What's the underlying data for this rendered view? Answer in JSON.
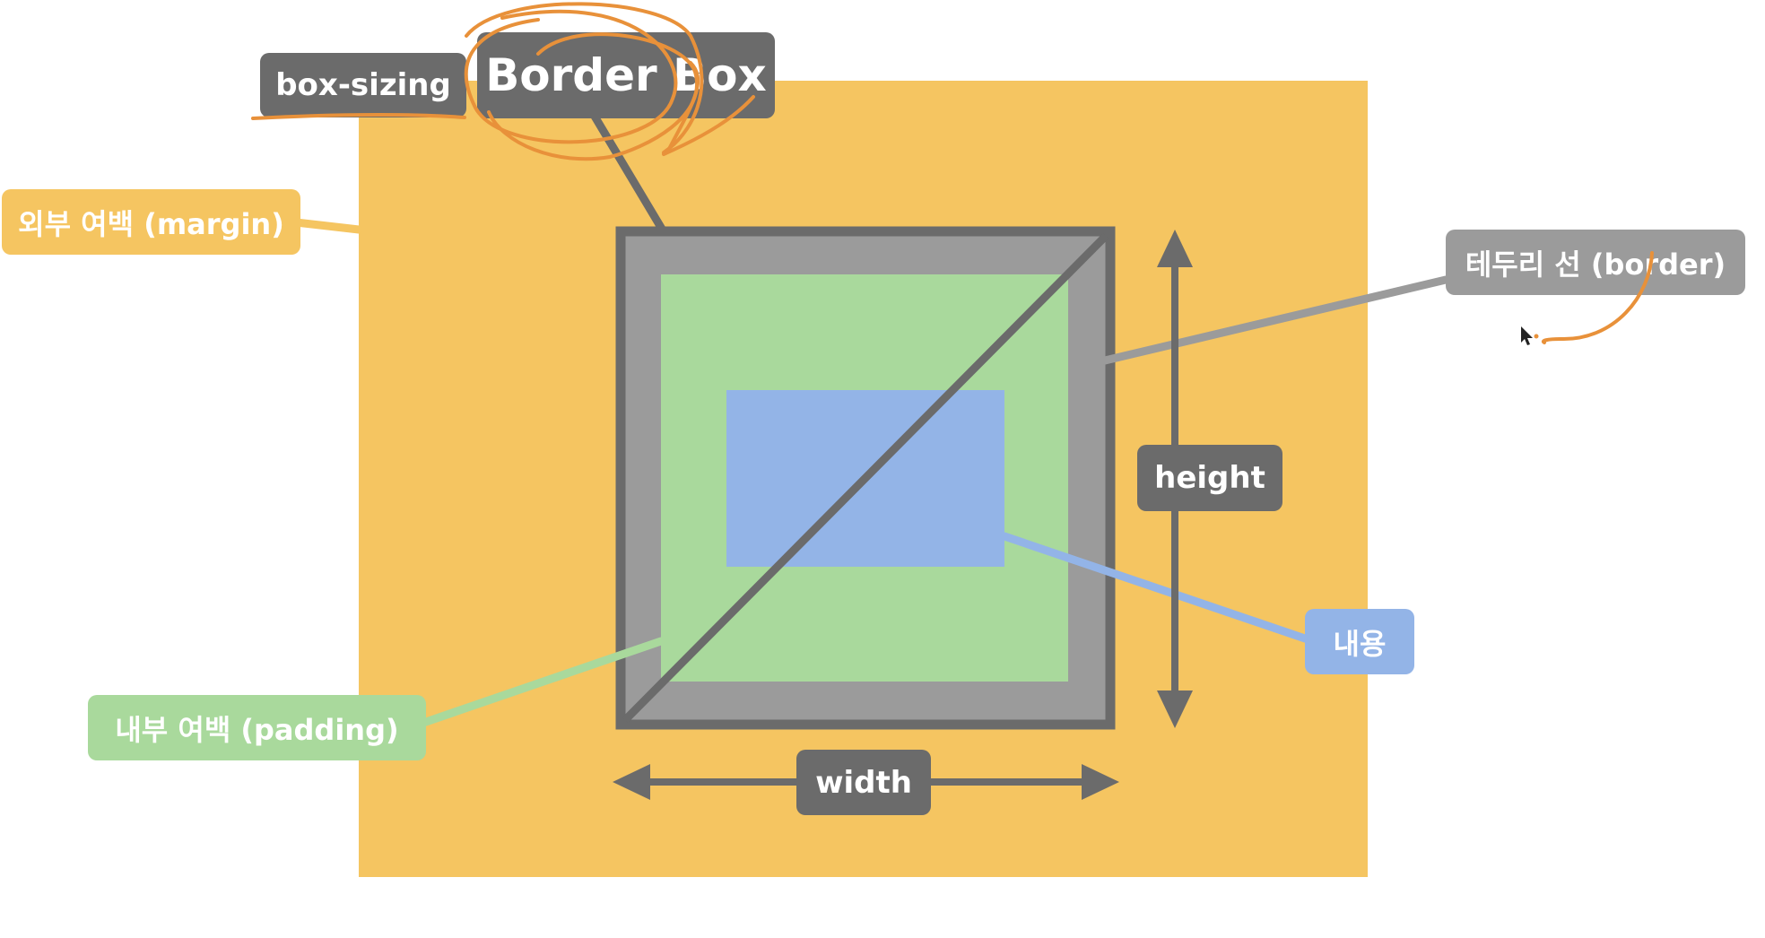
{
  "labels": {
    "box_sizing": "box-sizing",
    "border_box": "Border Box",
    "margin": "외부 여백 (margin)",
    "border": "테두리 선 (border)",
    "height": "height",
    "content": "내용",
    "padding": "내부 여백 (padding)",
    "width": "width"
  },
  "colors": {
    "margin": "#f5c561",
    "border": "#9b9b9b",
    "border_outline": "#6b6b6b",
    "padding": "#a9d99c",
    "content": "#93b4e7",
    "dark_label": "#6b6b6b",
    "annotation": "#e8913a"
  }
}
